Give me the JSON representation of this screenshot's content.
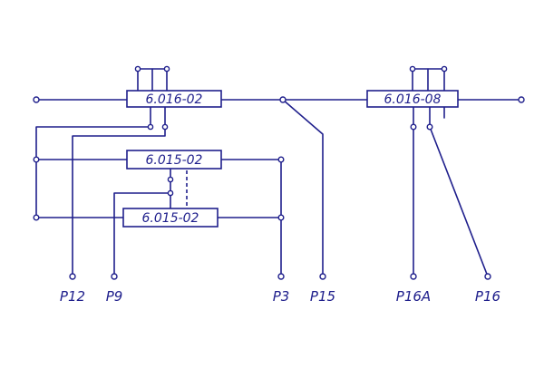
{
  "blocks": [
    {
      "id": "b1",
      "label": "6.016-02"
    },
    {
      "id": "b2",
      "label": "6.015-02"
    },
    {
      "id": "b3",
      "label": "6.015-02"
    },
    {
      "id": "b4",
      "label": "6.016-08"
    }
  ],
  "terminals": [
    "P12",
    "P9",
    "P3",
    "P15",
    "P16A",
    "P16"
  ]
}
